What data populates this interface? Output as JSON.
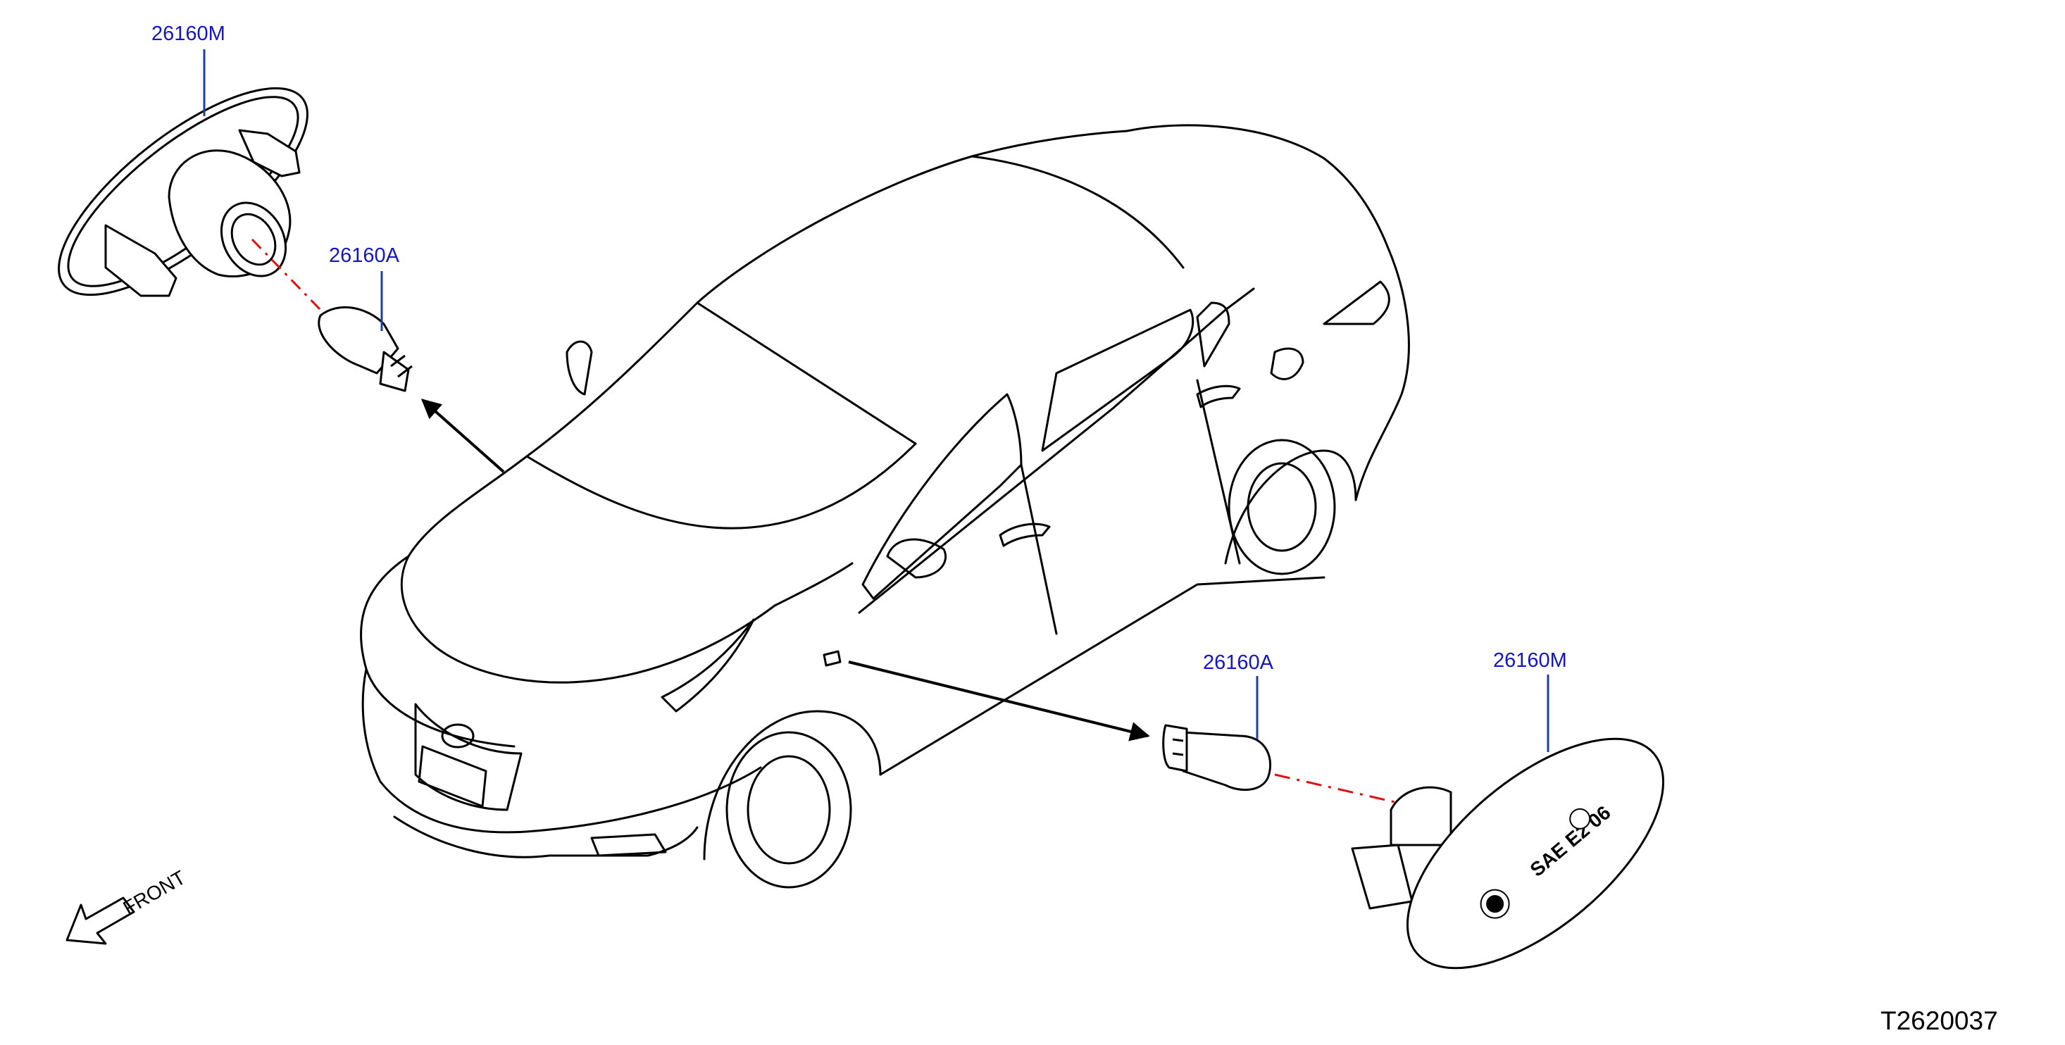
{
  "callouts": {
    "top_lamp": "26160M",
    "top_bulb": "26160A",
    "bottom_bulb": "26160A",
    "bottom_lamp": "26160M"
  },
  "front_label": "FRONT",
  "diagram_id": "T2620037",
  "lamp_lens_marking": "SAE E2 06",
  "colors": {
    "callout": "#1414c8",
    "leader": "#1f3fa0",
    "centerline": "#e01010",
    "line": "#000000",
    "background": "#ffffff"
  }
}
